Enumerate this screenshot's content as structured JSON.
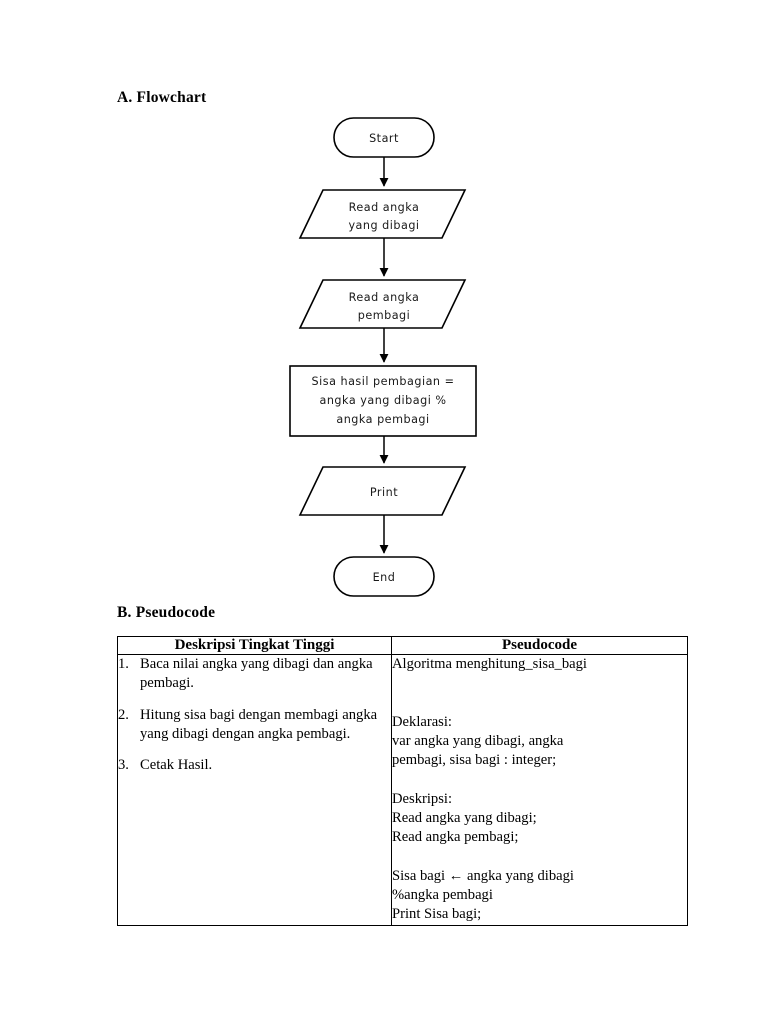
{
  "sections": {
    "flowchart_heading": "A. Flowchart",
    "pseudocode_heading": "B. Pseudocode"
  },
  "flowchart": {
    "nodes": [
      {
        "id": "start",
        "shape": "terminator",
        "lines": [
          "Start"
        ]
      },
      {
        "id": "read1",
        "shape": "parallelogram",
        "lines": [
          "Read angka",
          "yang dibagi"
        ]
      },
      {
        "id": "read2",
        "shape": "parallelogram",
        "lines": [
          "Read angka",
          "pembagi"
        ]
      },
      {
        "id": "process",
        "shape": "rectangle",
        "lines": [
          "Sisa hasil pembagian =",
          "angka yang dibagi %",
          "angka pembagi"
        ]
      },
      {
        "id": "print",
        "shape": "parallelogram",
        "lines": [
          "Print"
        ]
      },
      {
        "id": "end",
        "shape": "terminator",
        "lines": [
          "End"
        ]
      }
    ],
    "connector_count": 5,
    "colors": {
      "stroke": "#000000",
      "fill": "#ffffff",
      "text": "#1a1a1a"
    }
  },
  "table": {
    "headers": [
      "Deskripsi Tingkat Tinggi",
      "Pseudocode"
    ],
    "description_items": [
      {
        "number": "1.",
        "text": "Baca nilai angka yang dibagi dan angka pembagi."
      },
      {
        "number": "2.",
        "text": "Hitung sisa bagi dengan membagi angka yang dibagi dengan angka pembagi."
      },
      {
        "number": "3.",
        "text": "Cetak Hasil."
      }
    ],
    "pseudocode_lines": [
      "Algoritma menghitung_sisa_bagi",
      "",
      "",
      "Deklarasi:",
      "var angka yang dibagi, angka",
      "pembagi, sisa bagi : integer;",
      "",
      "Deskripsi:",
      "Read angka yang dibagi;",
      "Read angka pembagi;",
      "",
      "Sisa bagi ← angka yang dibagi",
      "%angka pembagi",
      "Print Sisa bagi;"
    ]
  }
}
